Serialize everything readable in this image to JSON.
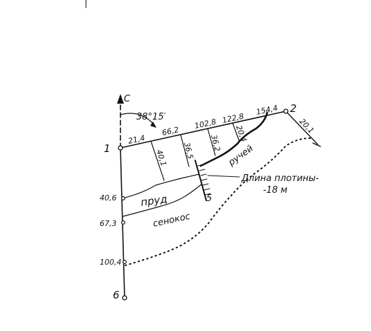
{
  "top_mark": "|",
  "north_label": "С",
  "angle_label": "38°15′",
  "points": {
    "p1": "1",
    "p2": "2",
    "p5": "5",
    "p6": "6"
  },
  "baseline_distances": [
    "21,4",
    "66,2",
    "102,8",
    "122,8",
    "154,4"
  ],
  "offsets": [
    "40,1",
    "36,5",
    "36,2",
    "20,4",
    "20,1"
  ],
  "side_distances": [
    "40,6",
    "67,3",
    "100,4"
  ],
  "labels": {
    "stream": "ручей",
    "pond": "пруд",
    "meadow": "сенокос",
    "dam_line1": "Длина плотины-",
    "dam_line2": "-18 м"
  }
}
